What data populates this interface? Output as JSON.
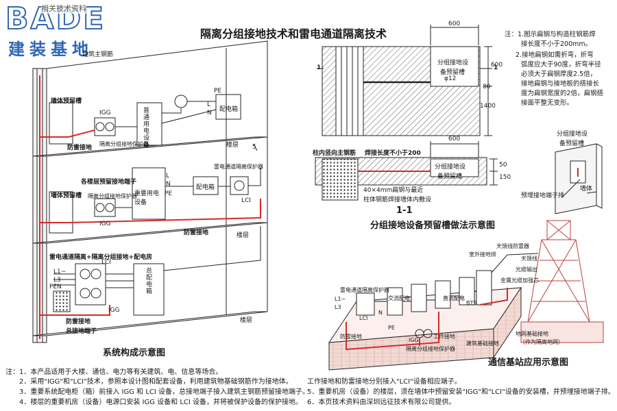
{
  "logo": {
    "main": "BADE",
    "sub": "建装基地",
    "tag": "相关技术资料"
  },
  "title": "隔离分组接地技术和雷电通道隔离技术",
  "system": {
    "caption": "系统构成示意图",
    "labels": {
      "rebar": "建筑主钢筋",
      "wall_groove": "墙体预留槽",
      "igg": "IGG",
      "lightning_ground": "防雷接地",
      "iso_group_protector": "隔离分组接地保护器",
      "equip": "普通用电设备",
      "pe": "PE",
      "l": "L",
      "n": "N",
      "dist_box": "配电箱",
      "floor": "楼层",
      "five": "5",
      "reserved_terminal": "各楼层预留接地端子",
      "important_equip": "重要用电设备",
      "lci": "LCI",
      "spd": "雷电通道隔离保护器",
      "combo": "雷电通道隔离+隔离分组接地+配电房",
      "l1": "L1~",
      "l3": "L3",
      "pen": "PEN",
      "main_cabinet": "总配电箱",
      "main_terminal": "总接地端子"
    }
  },
  "groove": {
    "caption": "分组接地设备预留槽做法示意图",
    "section": "1-1",
    "marks": [
      "1",
      "1"
    ],
    "dims": {
      "top": "600",
      "right": "600",
      "v80": "80",
      "v1400": "1400",
      "sec600": "600",
      "d50": "50",
      "d150": "150"
    },
    "box": [
      "分组接地设",
      "备预留槽",
      "φ12"
    ],
    "rebar": "柱内竖向主钢筋",
    "weld_len": "焊接长度不小于200",
    "strip": "40×4mm扁钢与最近",
    "strip2": "柱体钢筋焊接墙体内敷设",
    "box2": [
      "分组接地设",
      "备预留槽"
    ]
  },
  "notes_right": {
    "lines": [
      "注：1.图示扁钢与构造柱钢筋焊",
      "接长度不小于200mm。",
      "2.接地扁钢如需折弯，折弯",
      "弧度应大于90度，折弯半径",
      "必须大于扁钢厚度2.5倍，",
      "接地扁钢与接地板的搭接长",
      "度为扁钢宽度的2倍，扁钢搭",
      "接面平整无变形。"
    ],
    "box_label": [
      "分组接地设",
      "备预留槽"
    ],
    "terminal": "预埋接地端子排",
    "wall": "墙体"
  },
  "station": {
    "caption": "通信基站应用示意图",
    "labels": {
      "antenna_spd": "天馈线防雷器",
      "outdoor_ground": "室外接地排",
      "feeder": "天馈线",
      "fiber": "光缆输出",
      "metal": "金属光缆加强芯",
      "spd": "雷电通道隔离保护器",
      "l1": "L1~",
      "l3": "L3",
      "n": "N",
      "pe": "PE",
      "ac": "交流配电",
      "dc": "直流配电",
      "bts": "BTS",
      "igg": "IGG",
      "lci": "LCI",
      "lightning": "防雷接地",
      "work_ground": "工作接地",
      "protector": "隔离分组接地保护器",
      "base_ground": "建筑基础接地",
      "grid": "地网基础接地",
      "tower": "（作为隔离地网）"
    }
  },
  "bottom_notes": [
    "注：1．本产品适用于大楼、通信、电力等有关建筑、电、信息等场合。",
    "2．采用\"IGG\"和\"LCI\"技术，参照本设计图和配套设备，利用建筑物基础钢筋作为接地体。",
    "3．重要系统配电柜（箱）前接入 IGG 和 LCI 设备，总接地端子接入建筑主钢筋预留接地端子。",
    "4．楼层的重要机房（设备）电源口安装 IGG 设备和 LCI 设备，并将被保护设备的保护接地。",
    "工作接地和防雷接地分别接入\"LCI\"设备相应端子。",
    "5．重要机房（设备）的楼层，须在墙体中预留安装\"IGG\"和\"LCI\"设备的安装槽，并预埋接地端子排。",
    "6．本页技术资料由深圳远征技术有限公司提供。"
  ],
  "colors": {
    "ground_wire": "#d42a2a",
    "logo": "#2e67b1"
  }
}
